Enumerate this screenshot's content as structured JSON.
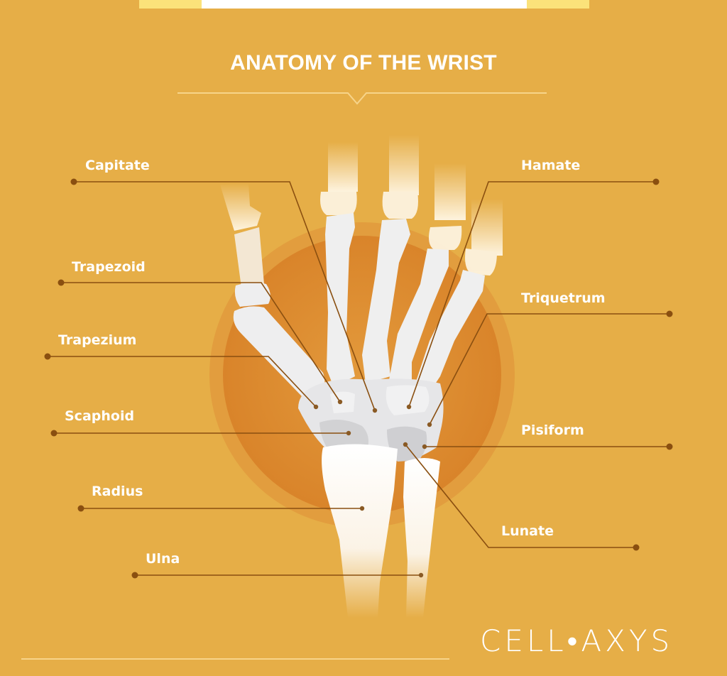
{
  "header": {
    "title": "ANATOMY OF THE WRIST"
  },
  "colors": {
    "background": "#e6ae47",
    "circle_outer": "#e29a3a",
    "circle_inner": "#dc8a2c",
    "leader_line": "#8a4f10",
    "bone": "#f1f1f1",
    "carpal_shade": "#d4d4d6",
    "label_text": "#ffffff",
    "topbar_accent": "#fbe27a"
  },
  "labels": {
    "capitate": "Capitate",
    "trapezoid": "Trapezoid",
    "trapezium": "Trapezium",
    "scaphoid": "Scaphoid",
    "radius": "Radius",
    "ulna": "Ulna",
    "hamate": "Hamate",
    "triquetrum": "Triquetrum",
    "pisiform": "Pisiform",
    "lunate": "Lunate"
  },
  "footer": {
    "logo": "CELL•AXYS"
  }
}
